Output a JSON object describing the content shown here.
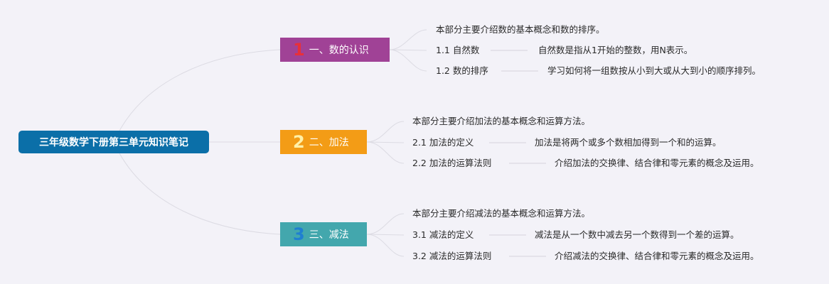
{
  "root": {
    "label": "三年级数学下册第三单元知识笔记"
  },
  "branches": [
    {
      "number": "1",
      "label": "一、数的认识",
      "intro": "本部分主要介绍数的基本概念和数的排序。",
      "items": [
        {
          "title": "1.1 自然数",
          "desc": "自然数是指从1开始的整数，用N表示。"
        },
        {
          "title": "1.2 数的排序",
          "desc": "学习如何将一组数按从小到大或从大到小的顺序排列。"
        }
      ]
    },
    {
      "number": "2",
      "label": "二、加法",
      "intro": "本部分主要介绍加法的基本概念和运算方法。",
      "items": [
        {
          "title": "2.1 加法的定义",
          "desc": "加法是将两个或多个数相加得到一个和的运算。"
        },
        {
          "title": "2.2 加法的运算法则",
          "desc": "介绍加法的交换律、结合律和零元素的概念及运用。"
        }
      ]
    },
    {
      "number": "3",
      "label": "三、减法",
      "intro": "本部分主要介绍减法的基本概念和运算方法。",
      "items": [
        {
          "title": "3.1 减法的定义",
          "desc": "减法是从一个数中减去另一个数得到一个差的运算。"
        },
        {
          "title": "3.2 减法的运算法则",
          "desc": "介绍减法的交换律、结合律和零元素的概念及运用。"
        }
      ]
    }
  ],
  "colors": {
    "background": "#f3f2f8",
    "root": "#0b6fa8",
    "branch_1": "#a04296",
    "branch_2": "#f39c16",
    "branch_3": "#43a7ad"
  }
}
